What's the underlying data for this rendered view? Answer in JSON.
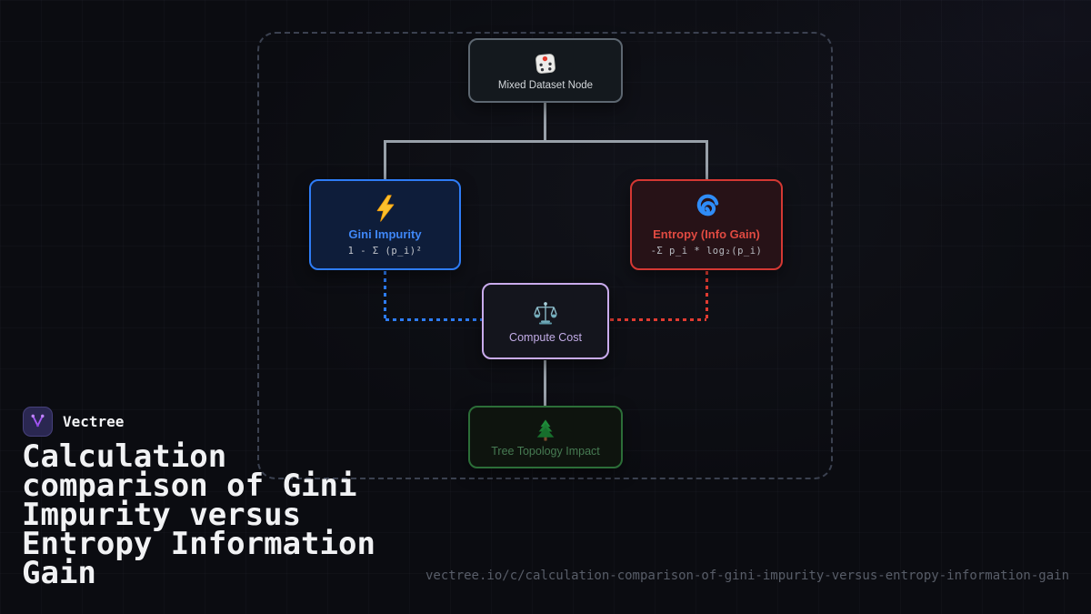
{
  "brand": {
    "name": "Vectree",
    "logo_icon": "branch-v-icon",
    "logo_accent": "#a557f7",
    "logo_bg": "#2a2751"
  },
  "title": "Calculation comparison of Gini Impurity versus Entropy Information Gain",
  "url": "vectree.io/c/calculation-comparison-of-gini-impurity-versus-entropy-information-gain",
  "colors": {
    "background": "#0b0c11",
    "edge": "#98a0a9",
    "frame_dashed": "#3b4150",
    "gini_accent": "#2e7cf6",
    "entropy_accent": "#d43833",
    "compute_accent": "#c9abec",
    "tree_accent": "#2c6e38"
  },
  "diagram": {
    "root": {
      "label": "Mixed Dataset Node",
      "icon": "dice-icon",
      "icon_glyph": "🎲"
    },
    "gini": {
      "label": "Gini Impurity",
      "formula": "1 - Σ (p_i)²",
      "icon": "lightning-icon",
      "icon_glyph": "⚡"
    },
    "entropy": {
      "label": "Entropy (Info Gain)",
      "formula": "-Σ p_i * log₂(p_i)",
      "icon": "cyclone-icon",
      "icon_glyph": "🌀"
    },
    "compute": {
      "label": "Compute Cost",
      "icon": "balance-scale-icon",
      "icon_glyph": "⚖"
    },
    "tree": {
      "label": "Tree Topology Impact",
      "icon": "evergreen-tree-icon",
      "icon_glyph": "🌲"
    }
  }
}
